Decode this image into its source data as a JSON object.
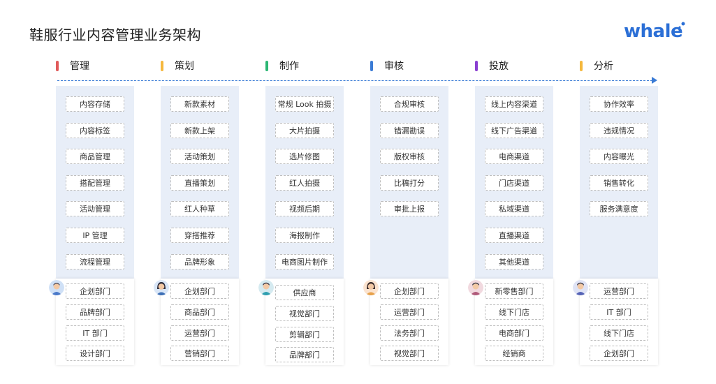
{
  "title": "鞋服行业内容管理业务架构",
  "logo": "whale",
  "colors": {
    "red": "#e05a5a",
    "orange": "#f5b83d",
    "green": "#2bb673",
    "blue": "#3a7bd5",
    "purple": "#8a3fd1",
    "yellow": "#f5b83d"
  },
  "columns": [
    {
      "label": "管理",
      "items": [
        "内容存储",
        "内容标签",
        "商品管理",
        "搭配管理",
        "活动管理",
        "IP 管理",
        "流程管理"
      ],
      "depts": [
        "企划部门",
        "品牌部门",
        "IT 部门",
        "设计部门"
      ]
    },
    {
      "label": "策划",
      "items": [
        "新款素材",
        "新款上架",
        "活动策划",
        "直播策划",
        "红人种草",
        "穿搭推荐",
        "品牌形象"
      ],
      "depts": [
        "企划部门",
        "商品部门",
        "运营部门",
        "营销部门"
      ]
    },
    {
      "label": "制作",
      "items": [
        "常规 Look 拍摄",
        "大片拍摄",
        "选片修图",
        "红人拍摄",
        "视频后期",
        "海报制作",
        "电商图片制作"
      ],
      "depts": [
        "供应商",
        "视觉部门",
        "剪辑部门",
        "品牌部门"
      ]
    },
    {
      "label": "审核",
      "items": [
        "合规审核",
        "错漏勘误",
        "版权审核",
        "比稿打分",
        "审批上报"
      ],
      "depts": [
        "企划部门",
        "运营部门",
        "法务部门",
        "视觉部门"
      ]
    },
    {
      "label": "投放",
      "items": [
        "线上内容渠道",
        "线下广告渠道",
        "电商渠道",
        "门店渠道",
        "私域渠道",
        "直播渠道",
        "其他渠道"
      ],
      "depts": [
        "新零售部门",
        "线下门店",
        "电商部门",
        "经销商"
      ]
    },
    {
      "label": "分析",
      "items": [
        "协作效率",
        "违规情况",
        "内容曝光",
        "销售转化",
        "服务满意度"
      ],
      "depts": [
        "运营部门",
        "IT 部门",
        "线下门店",
        "企划部门"
      ]
    }
  ]
}
